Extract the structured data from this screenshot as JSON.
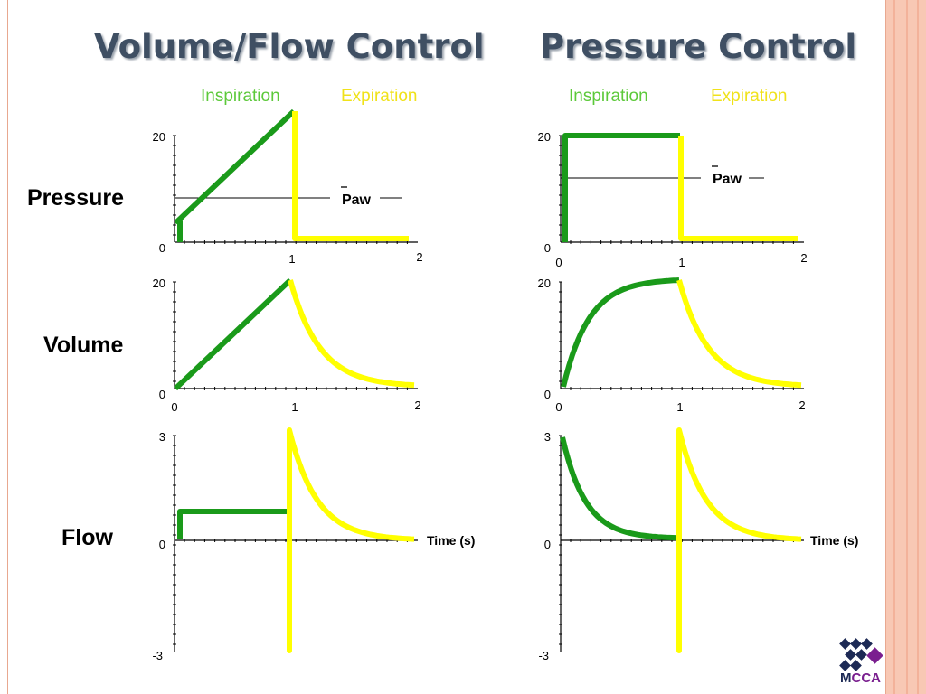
{
  "titles": {
    "left": "Volume/Flow Control",
    "right": "Pressure Control"
  },
  "phase_labels": {
    "inspiration": "Inspiration",
    "expiration": "Expiration"
  },
  "row_labels": {
    "pressure": "Pressure",
    "volume": "Volume",
    "flow": "Flow"
  },
  "annotations": {
    "paw": "Paw",
    "time": "Time (s)"
  },
  "colors": {
    "inspiration": "#1a9a1a",
    "expiration": "#ffff00",
    "inspiration_label": "#5cc93a",
    "expiration_label": "#f0e21a",
    "axis": "#000000",
    "title": "#3f4f63"
  },
  "logo": {
    "text_m": "M",
    "text_cca": "CCA"
  },
  "chart_data": [
    {
      "type": "line",
      "panel": "volume-flow-control-pressure",
      "x_ticks": [
        "1",
        "2"
      ],
      "y_ticks": [
        "0",
        "20"
      ],
      "xlim": [
        0,
        2
      ],
      "ylim": [
        0,
        20
      ],
      "series": [
        {
          "phase": "inspiration",
          "x": [
            0.03,
            0.03,
            0.03,
            1.0
          ],
          "y": [
            0,
            4,
            4,
            24
          ]
        },
        {
          "phase": "expiration",
          "x": [
            1.0,
            1.0,
            1.0,
            2.0
          ],
          "y": [
            24,
            12,
            1,
            1
          ]
        }
      ],
      "mean_line": {
        "label": "Paw",
        "y": 8
      }
    },
    {
      "type": "line",
      "panel": "volume-flow-control-volume",
      "x_ticks": [
        "0",
        "1",
        "2"
      ],
      "y_ticks": [
        "0",
        "20"
      ],
      "xlim": [
        0,
        2
      ],
      "ylim": [
        0,
        20
      ],
      "series": [
        {
          "phase": "inspiration",
          "x": [
            0,
            1
          ],
          "y": [
            0,
            20
          ]
        },
        {
          "phase": "expiration",
          "curve": "exponential decay",
          "x": [
            1,
            2
          ],
          "y": [
            20,
            0
          ]
        }
      ]
    },
    {
      "type": "line",
      "panel": "volume-flow-control-flow",
      "x_label": "Time (s)",
      "y_ticks": [
        "3",
        "0",
        "-3"
      ],
      "ylim": [
        -3,
        3
      ],
      "series": [
        {
          "phase": "inspiration",
          "x": [
            0.03,
            0.03,
            1.0
          ],
          "y": [
            0,
            0.5,
            0.5
          ]
        },
        {
          "phase": "expiration",
          "curve": "exponential recovery",
          "x": [
            1.0,
            1.0,
            2.0
          ],
          "y": [
            0.5,
            -2.9,
            0
          ]
        }
      ]
    },
    {
      "type": "line",
      "panel": "pressure-control-pressure",
      "x_ticks": [
        "0",
        "1",
        "2"
      ],
      "y_ticks": [
        "0",
        "20"
      ],
      "xlim": [
        0,
        2
      ],
      "ylim": [
        0,
        20
      ],
      "series": [
        {
          "phase": "inspiration",
          "x": [
            0.03,
            0.03,
            1.0
          ],
          "y": [
            0,
            20,
            20
          ]
        },
        {
          "phase": "expiration",
          "x": [
            1.0,
            1.0,
            2.0
          ],
          "y": [
            20,
            1,
            1
          ]
        }
      ],
      "mean_line": {
        "label": "Paw",
        "y": 12
      }
    },
    {
      "type": "line",
      "panel": "pressure-control-volume",
      "x_ticks": [
        "0",
        "1",
        "2"
      ],
      "y_ticks": [
        "0",
        "20"
      ],
      "xlim": [
        0,
        2
      ],
      "ylim": [
        0,
        20
      ],
      "series": [
        {
          "phase": "inspiration",
          "curve": "exponential rise",
          "x": [
            0,
            1
          ],
          "y": [
            0,
            20
          ]
        },
        {
          "phase": "expiration",
          "curve": "exponential decay",
          "x": [
            1,
            2
          ],
          "y": [
            20,
            0
          ]
        }
      ]
    },
    {
      "type": "line",
      "panel": "pressure-control-flow",
      "x_label": "Time (s)",
      "y_ticks": [
        "3",
        "0",
        "-3"
      ],
      "ylim": [
        -3,
        3
      ],
      "series": [
        {
          "phase": "inspiration",
          "curve": "exponential decay",
          "x": [
            0,
            1
          ],
          "y": [
            2.9,
            0
          ]
        },
        {
          "phase": "expiration",
          "curve": "exponential recovery",
          "x": [
            1.0,
            1.0,
            2.0
          ],
          "y": [
            0,
            -2.9,
            0
          ]
        }
      ]
    }
  ]
}
